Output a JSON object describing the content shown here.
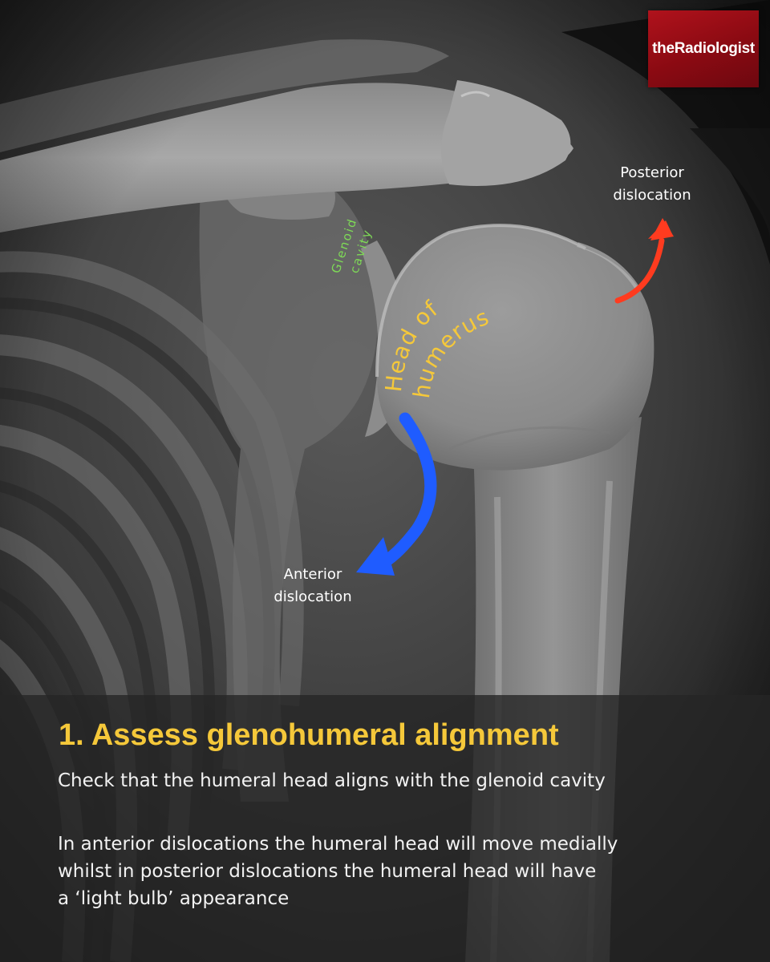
{
  "brand": {
    "logo_text": "theRadiologist",
    "logo_color": "#a30d18"
  },
  "labels": {
    "posterior_dislocation": [
      "Posterior",
      "dislocation"
    ],
    "anterior_dislocation": [
      "Anterior",
      "dislocation"
    ],
    "glenoid_cavity": [
      "Glenoid",
      "cavity"
    ],
    "head_of_humerus": [
      "Head of",
      "humerus"
    ]
  },
  "arrows": {
    "posterior": {
      "color": "#ff3b1f"
    },
    "anterior": {
      "color": "#1f5cff"
    }
  },
  "colors": {
    "title": "#f5c83a",
    "glenoid_label": "#7ed957",
    "humerus_label": "#f5c83a",
    "panel_bg": "#262626"
  },
  "panel": {
    "title": "1. Assess glenohumeral alignment",
    "line1": "Check that the humeral head aligns with the glenoid cavity",
    "line2": [
      "In anterior dislocations the humeral head will move medially",
      "whilst in posterior dislocations the humeral head will have",
      "a ‘light bulb’ appearance"
    ]
  }
}
